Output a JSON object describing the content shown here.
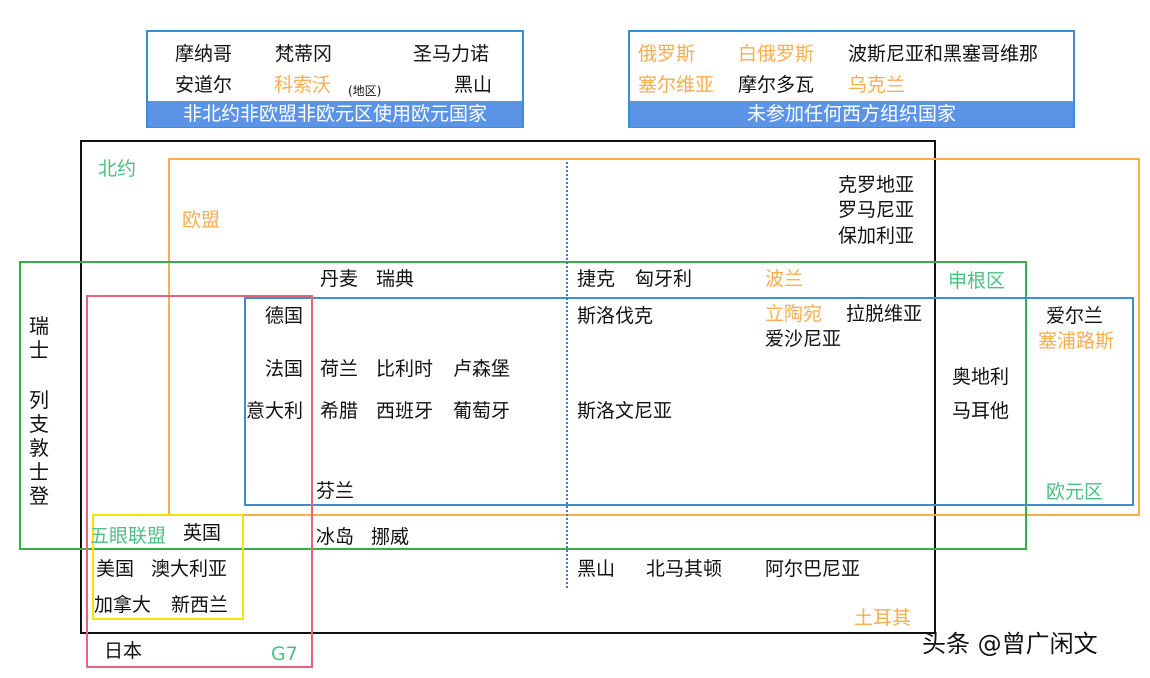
{
  "top_left": {
    "row1": [
      "摩纳哥",
      "梵蒂冈",
      "圣马力诺"
    ],
    "row2_a": "安道尔",
    "row2_b": "科索沃",
    "row2_b_note": "(地区)",
    "row2_c": "黑山",
    "banner": "非北约非欧盟非欧元区使用欧元国家"
  },
  "top_right": {
    "row1": [
      "俄罗斯",
      "白俄罗斯",
      "波斯尼亚和黑塞哥维那"
    ],
    "row2": [
      "塞尔维亚",
      "摩尔多瓦",
      "乌克兰"
    ],
    "banner": "未参加任何西方组织国家"
  },
  "labels": {
    "nato": "北约",
    "eu": "欧盟",
    "schengen": "申根区",
    "eurozone": "欧元区",
    "five_eyes": "五眼联盟",
    "g7": "G7"
  },
  "swiss": "瑞士",
  "liechtenstein": "列支敦士登",
  "countries": {
    "croatia": "克罗地亚",
    "romania": "罗马尼亚",
    "bulgaria": "保加利亚",
    "denmark": "丹麦",
    "sweden": "瑞典",
    "czech": "捷克",
    "hungary": "匈牙利",
    "poland": "波兰",
    "germany": "德国",
    "slovakia": "斯洛伐克",
    "lithuania": "立陶宛",
    "latvia": "拉脱维亚",
    "estonia": "爱沙尼亚",
    "ireland": "爱尔兰",
    "cyprus": "塞浦路斯",
    "france": "法国",
    "netherlands": "荷兰",
    "belgium": "比利时",
    "luxembourg": "卢森堡",
    "austria": "奥地利",
    "italy": "意大利",
    "greece": "希腊",
    "spain": "西班牙",
    "portugal": "葡萄牙",
    "slovenia": "斯洛文尼亚",
    "malta": "马耳他",
    "finland": "芬兰",
    "uk": "英国",
    "iceland": "冰岛",
    "norway": "挪威",
    "usa": "美国",
    "australia": "澳大利亚",
    "montenegro": "黑山",
    "north_macedonia": "北马其顿",
    "albania": "阿尔巴尼亚",
    "canada": "加拿大",
    "new_zealand": "新西兰",
    "turkey": "土耳其",
    "japan": "日本"
  },
  "watermark": "头条 @曾广闲文",
  "colors": {
    "nato": "#111111",
    "eu": "#f6ae4e",
    "schengen": "#33b04a",
    "eurozone": "#3a8fd0",
    "five_eyes": "#f2e600",
    "g7": "#e8647a",
    "banner": "#5b93e6"
  }
}
